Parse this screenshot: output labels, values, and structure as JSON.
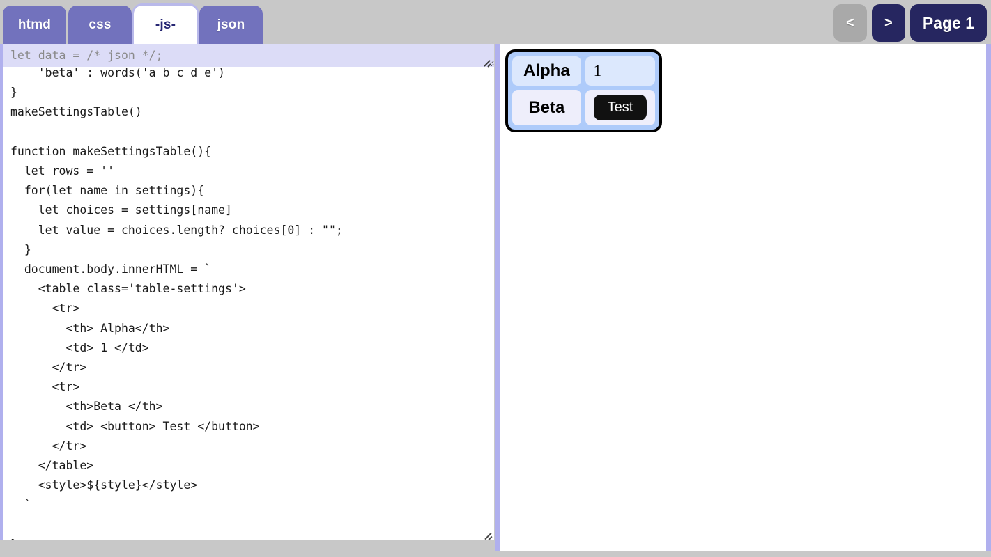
{
  "toolbar": {
    "tabs": [
      {
        "label": "htmd",
        "active": false
      },
      {
        "label": "css",
        "active": false
      },
      {
        "label": "-js-",
        "active": true
      },
      {
        "label": "json",
        "active": false
      }
    ],
    "pager": {
      "prev_label": "<",
      "next_label": ">",
      "page_label": "Page 1"
    }
  },
  "editor": {
    "overlay_value": "let data = /* json */;",
    "overlay_placeholder": "let data = /* json */;",
    "code": "    'beta' : words('a b c d e')\n}\nmakeSettingsTable()\n\nfunction makeSettingsTable(){\n  let rows = ''\n  for(let name in settings){\n    let choices = settings[name]\n    let value = choices.length? choices[0] : \"\";\n  }\n  document.body.innerHTML = `\n    <table class='table-settings'>\n      <tr>\n        <th> Alpha</th>\n        <td> 1 </td>\n      </tr>\n      <tr>\n        <th>Beta </th>\n        <td> <button> Test </button>\n      </tr>\n    </table>\n    <style>${style}</style>\n  `\n\n}",
    "resize_handle": "resize-grip"
  },
  "preview": {
    "table": {
      "rows": [
        {
          "header": "Alpha",
          "value": "1",
          "is_button": false
        },
        {
          "header": "Beta",
          "value": "Test",
          "is_button": true
        }
      ]
    }
  },
  "colors": {
    "page_background": "#c8c8c8",
    "tab_inactive": "#7272bd",
    "tab_active_text": "#262673",
    "nav_disabled": "#a9a9a9",
    "nav_active": "#262660",
    "pane_border": "#b0b0ee",
    "overlay_background": "#dcdcf7",
    "table_background": "#aecbfa",
    "cell_alpha": "#dce8fd",
    "cell_beta": "#eeeefb",
    "button_background": "#111111"
  }
}
